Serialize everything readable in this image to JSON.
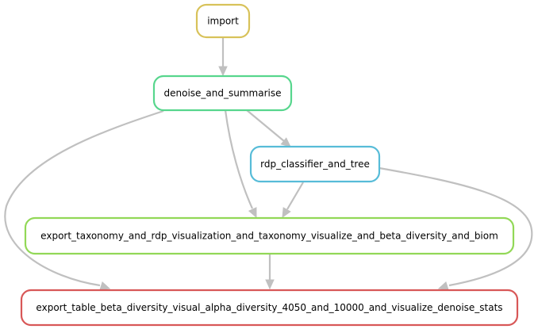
{
  "diagram": {
    "type": "workflow-dag",
    "nodes": [
      {
        "id": "import",
        "label": "import",
        "color": "#d8c25a"
      },
      {
        "id": "denoise",
        "label": "denoise_and_summarise",
        "color": "#57d68d"
      },
      {
        "id": "rdp",
        "label": "rdp_classifier_and_tree",
        "color": "#57bcd8"
      },
      {
        "id": "export_taxonomy",
        "label": "export_taxonomy_and_rdp_visualization_and_taxonomy_visualize_and_beta_diversity_and_biom",
        "color": "#92d857"
      },
      {
        "id": "export_table",
        "label": "export_table_beta_diversity_visual_alpha_diversity_4050_and_10000_and_visualize_denoise_stats",
        "color": "#d85757"
      }
    ],
    "edges": [
      {
        "from": "import",
        "to": "denoise"
      },
      {
        "from": "denoise",
        "to": "rdp"
      },
      {
        "from": "denoise",
        "to": "export_taxonomy"
      },
      {
        "from": "denoise",
        "to": "export_table"
      },
      {
        "from": "rdp",
        "to": "export_taxonomy"
      },
      {
        "from": "rdp",
        "to": "export_table"
      },
      {
        "from": "export_taxonomy",
        "to": "export_table"
      }
    ],
    "edge_color": "#c0c0c0"
  }
}
